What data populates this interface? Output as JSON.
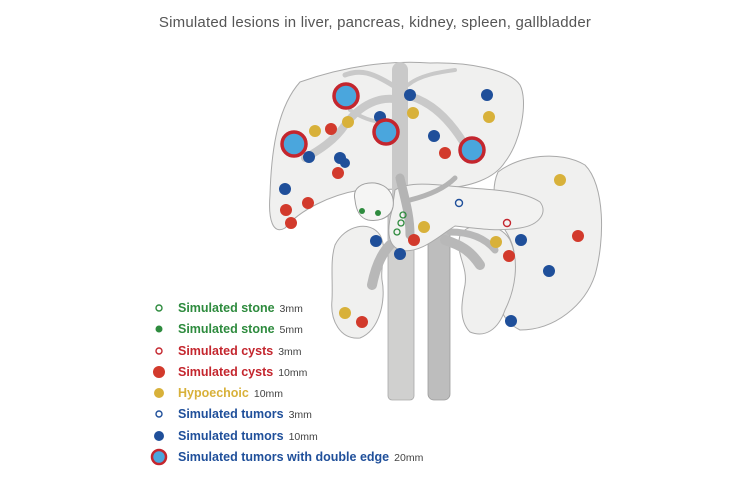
{
  "title": "Simulated lesions in liver, pancreas, kidney, spleen, gallbladder",
  "colors": {
    "stone": "#2e8b3e",
    "cyst": "#d23a2c",
    "hypoechoic": "#d8b13a",
    "tumor": "#1f4f9a",
    "double_edge_fill": "#4aa6dd",
    "double_edge_ring": "#c4262e",
    "organ_fill": "#f0f0ef",
    "organ_stroke": "#a9a9a9",
    "vessel": "#c4c4c4"
  },
  "legend": [
    {
      "type": "stone-open",
      "label": "Simulated stone",
      "size": "3mm",
      "color": "#2e8b3e"
    },
    {
      "type": "stone-filled",
      "label": "Simulated stone",
      "size": "5mm",
      "color": "#2e8b3e"
    },
    {
      "type": "cyst-open",
      "label": "Simulated cysts",
      "size": "3mm",
      "color": "#c4262e"
    },
    {
      "type": "cyst-filled",
      "label": "Simulated cysts",
      "size": "10mm",
      "color": "#c4262e"
    },
    {
      "type": "hypoechoic",
      "label": "Hypoechoic",
      "size": "10mm",
      "color": "#d8b13a"
    },
    {
      "type": "tumor-open",
      "label": "Simulated tumors",
      "size": "3mm",
      "color": "#1f4f9a"
    },
    {
      "type": "tumor-filled",
      "label": "Simulated tumors",
      "size": "10mm",
      "color": "#1f4f9a"
    },
    {
      "type": "tumor-double",
      "label": "Simulated tumors with double edge",
      "size": "20mm",
      "color": "#1f4f9a"
    }
  ]
}
